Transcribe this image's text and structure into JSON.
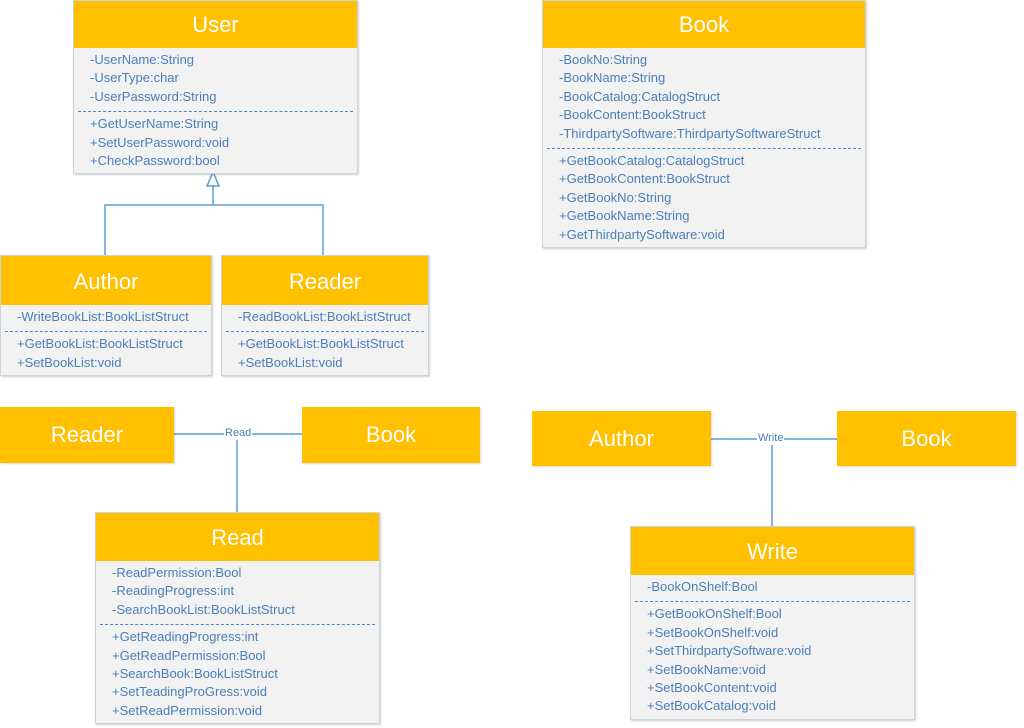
{
  "classes": {
    "user": {
      "name": "User",
      "attributes": [
        "-UserName:String",
        "-UserType:char",
        "-UserPassword:String"
      ],
      "methods": [
        "+GetUserName:String",
        "+SetUserPassword:void",
        "+CheckPassword:bool"
      ]
    },
    "book": {
      "name": "Book",
      "attributes": [
        "-BookNo:String",
        "-BookName:String",
        "-BookCatalog:CatalogStruct",
        "-BookContent:BookStruct",
        "-ThirdpartySoftware:ThirdpartySoftwareStruct"
      ],
      "methods": [
        "+GetBookCatalog:CatalogStruct",
        "+GetBookContent:BookStruct",
        "+GetBookNo:String",
        "+GetBookName:String",
        "+GetThirdpartySoftware:void"
      ]
    },
    "author": {
      "name": "Author",
      "attributes": [
        "-WriteBookList:BookListStruct"
      ],
      "methods": [
        "+GetBookList:BookListStruct",
        "+SetBookList:void"
      ]
    },
    "reader": {
      "name": "Reader",
      "attributes": [
        "-ReadBookList:BookListStruct"
      ],
      "methods": [
        "+GetBookList:BookListStruct",
        "+SetBookList:void"
      ]
    },
    "read": {
      "name": "Read",
      "attributes": [
        "-ReadPermission:Bool",
        "-ReadingProgress:int",
        "-SearchBookList:BookListStruct"
      ],
      "methods": [
        "+GetReadingProgress:int",
        "+GetReadPermission:Bool",
        "+SearchBook:BookListStruct",
        "+SetTeadingProGress:void",
        "+SetReadPermission:void"
      ]
    },
    "write": {
      "name": "Write",
      "attributes": [
        "-BookOnShelf:Bool"
      ],
      "methods": [
        "+GetBookOnShelf:Bool",
        "+SetBookOnShelf:void",
        "+SetThirdpartySoftware:void",
        "+SetBookName:void",
        "+SetBookContent:void",
        "+SetBookCatalog:void"
      ]
    }
  },
  "association_read": {
    "left": "Reader",
    "right": "Book",
    "label": "Read"
  },
  "association_write": {
    "left": "Author",
    "right": "Book",
    "label": "Write"
  },
  "colors": {
    "header": "#ffc000",
    "header_text": "#ffffff",
    "member_text": "#4a7fb8",
    "line": "#5b9bd5",
    "body": "#f2f2f2"
  }
}
